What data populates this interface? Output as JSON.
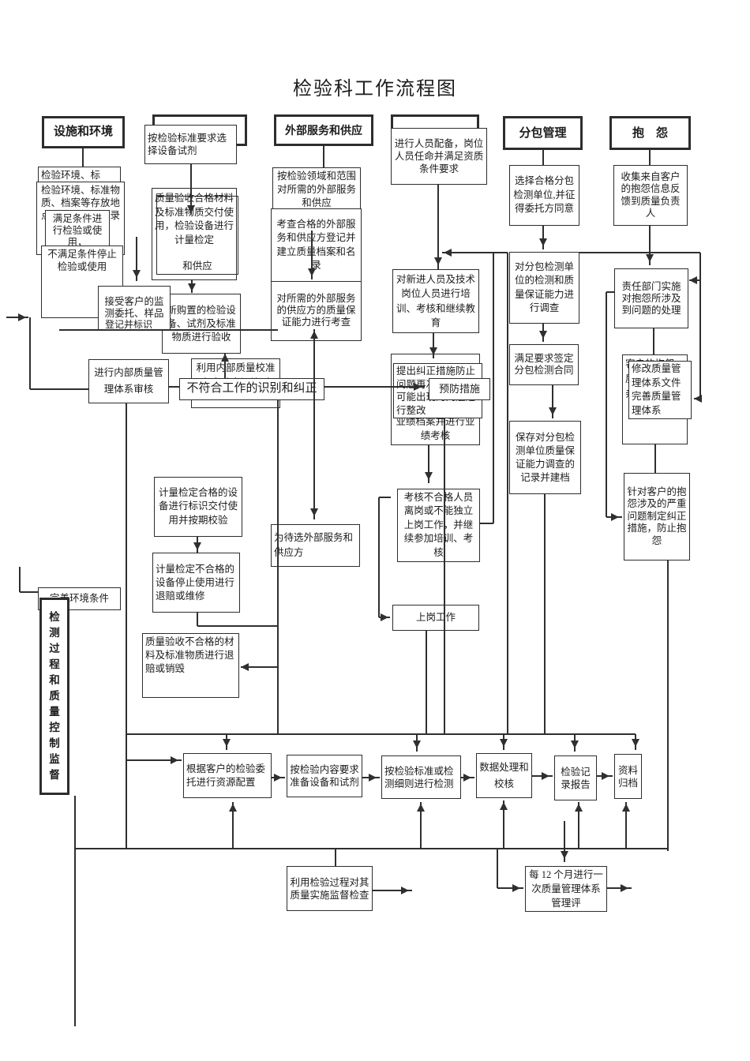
{
  "title": "检验科工作流程图",
  "colors": {
    "line": "#2f2f2f",
    "box_border": "#2d2d2d",
    "background": "#ffffff"
  },
  "headers": {
    "facility": "设施和环境",
    "external": "外部服务和供应",
    "subcontract": "分包管理",
    "complaint": "抱　怨"
  },
  "nodes": {
    "select_equipment": "按检验标准要求选择设备试剂",
    "staffing": "进行人员配备，岗位人员任命并满足资质条件要求",
    "env_label_partial": "检验环境、标",
    "env_storage": "检验环境、标准物质、档案等存放地点、温湿度，记录",
    "meet_condition": "满足条件进行检验或使用，",
    "not_meet_condition": "不满足条件停止检验或使用",
    "accept_commission": "接受客户的监测委托、样品",
    "register_mark": "登记并标识",
    "quality_acceptance": "质量验收合格材料及标准物质交付使用，检验设备进行计量检定",
    "supply_fragment": "和供应",
    "new_purchase_acceptance": "新购置的检验设备、试剂及标准物质进行验收",
    "external_demand": "按检验领域和范围对所需的外部服务和供应",
    "register_qualified_supplier": "考查合格的外部服务和供应方登记并建立质量档案和名录",
    "assess_supplier_ability": "对所需的外部服务的供应方的质量保证能力进行考查",
    "internal_audit": "进行内部质量管理体系审核",
    "internal_qc": "利用内部质量校准和实验室间比对",
    "nonconforming_work": "不符合工作的识别和纠正",
    "metrology_pass": "计量检定合格的设备进行标识交付使用并按期校验",
    "metrology_fail": "计量检定不合格的设备停止使用进行退赔或维修",
    "acceptance_fail": "质量验收不合格的材料及标准物质进行退赔或销毁",
    "candidate_suppliers": "为待选外部服务和供应方",
    "improve_environment": "完善环境条件",
    "process_supervision": "检测过程和质量控制监督",
    "staff_training": "对新进人员及技术岗位人员进行培训、考核和继续教育",
    "corrective_measures": "提出纠正措施防止问题再次发生，对可能出现的问题进行整改",
    "preventive_measures": "预防措施",
    "performance_assessment": "业绩档案并进行业绩考核",
    "unqualified_staff": "考核不合格人员离岗或不能独立上岗工作，并继续参加培训、考核",
    "start_work": "上岗工作",
    "select_subcontractor": "选择合格分包检测单位,并征得委托方同意",
    "investigate_subcontractor": "对分包检测单位的检测和质量保证能力进行调查",
    "sign_subcontract": "满足要求签定分包检测合同",
    "subcontract_records": "保存对分包检测单位质量保证能力调查的记录并建档",
    "collect_complaints": "收集来自客户的抱怨信息反馈到质量负责人",
    "handle_complaints": "责任部门实施对抱怨所涉及到问题的处理",
    "organize_handling": "客户的抱怨，质量负责人要亲自组织处理",
    "revise_documents": "修改质量管理体系文件完善质量管理体系",
    "serious_complaints": "针对客户的抱怨涉及的严重问题制定纠正措施，防止抱怨",
    "resource_allocation": "根据客户的检验委托进行资源配置",
    "prepare_equipment": "按检验内容要求准备设备和试剂",
    "perform_test": "按检验标准或检测细则进行检测",
    "data_processing": "数据处理和校核",
    "test_record_report": "检验记录报告",
    "archive": "资料归档",
    "quality_supervision": "利用检验过程对其质量实施监督检查",
    "management_review": "每 12 个月进行一次质量管理体系管理评"
  }
}
